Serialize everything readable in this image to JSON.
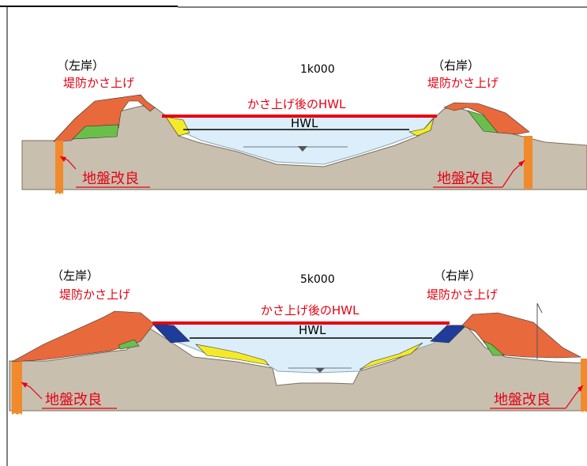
{
  "colors": {
    "embankment_raise": "#e8693c",
    "embankment_green": "#6abf4b",
    "ground": "#c9bfae",
    "water": "#dbeef9",
    "yellow_fill": "#f4ea2a",
    "blue_fill": "#1f3c9a",
    "pile": "#f08a2c",
    "red_line": "#e60012",
    "label_red": "#e60012"
  },
  "sections": [
    {
      "station": "1k000",
      "left_bank": {
        "bank_label": "（左岸）",
        "raise_label": "堤防かさ上げ"
      },
      "right_bank": {
        "bank_label": "（右岸）",
        "raise_label": "堤防かさ上げ"
      },
      "raised_hwl_label": "かさ上げ後のHWL",
      "hwl_label": "HWL",
      "ground_improvement_left": "地盤改良",
      "ground_improvement_right": "地盤改良"
    },
    {
      "station": "5k000",
      "left_bank": {
        "bank_label": "（左岸）",
        "raise_label": "堤防かさ上げ"
      },
      "right_bank": {
        "bank_label": "（右岸）",
        "raise_label": "堤防かさ上げ"
      },
      "raised_hwl_label": "かさ上げ後のHWL",
      "hwl_label": "HWL",
      "ground_improvement_left": "地盤改良",
      "ground_improvement_right": "地盤改良"
    }
  ]
}
